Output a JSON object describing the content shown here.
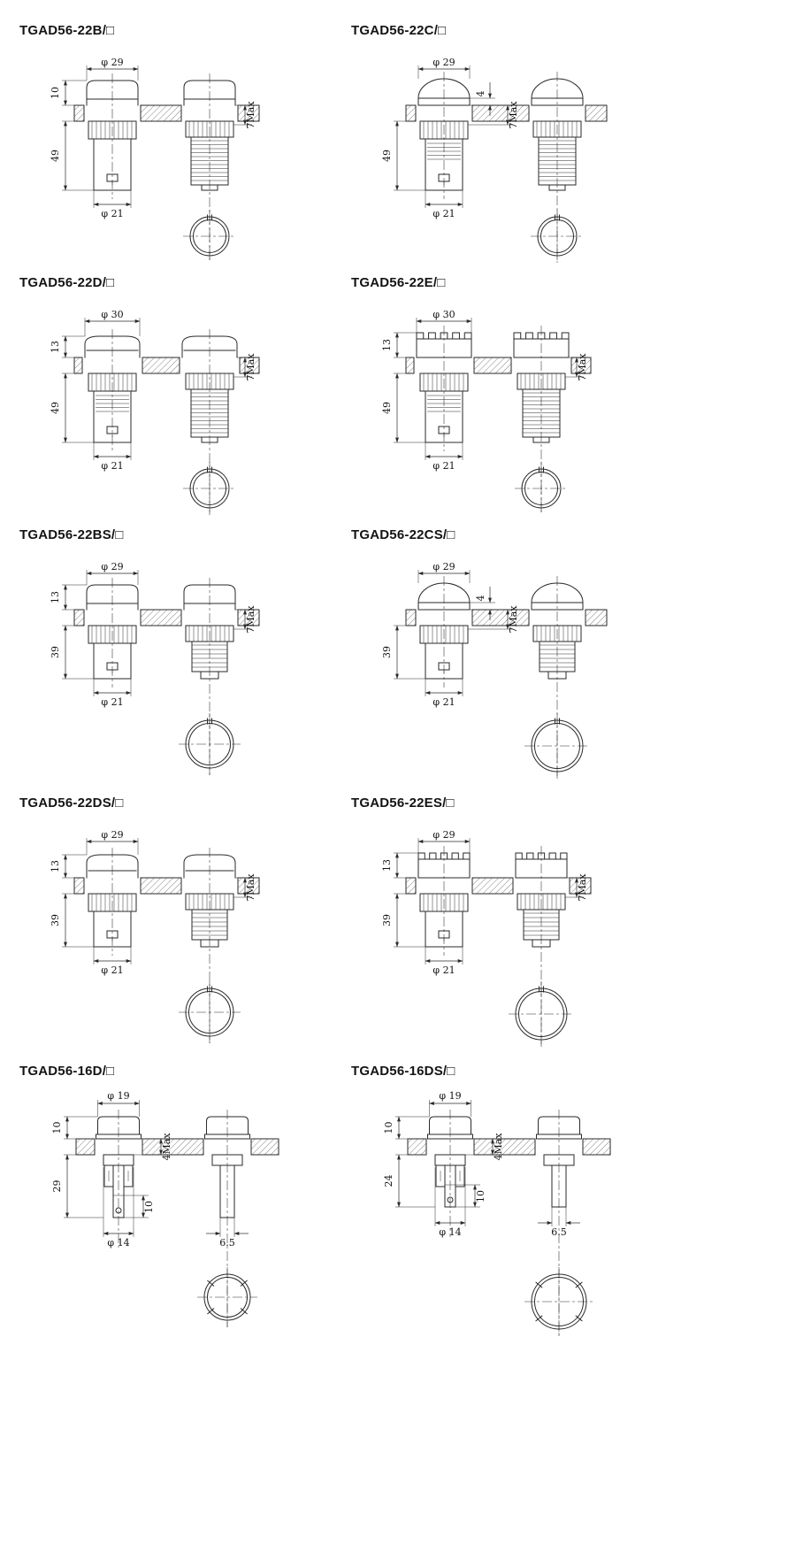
{
  "page": {
    "background": "#ffffff",
    "line_color": "#2a2a2a"
  },
  "panels": [
    {
      "title": "TGAD56-22B/□",
      "dims": {
        "top": "φ 29",
        "left_top": "10",
        "left_bottom": "49",
        "bottom": "φ 21",
        "right": "7Max"
      }
    },
    {
      "title": "TGAD56-22C/□",
      "dims": {
        "top": "φ 29",
        "left_bottom": "49",
        "bottom": "φ 21",
        "right": "7Max",
        "right2": "4"
      }
    },
    {
      "title": "TGAD56-22D/□",
      "dims": {
        "top": "φ 30",
        "left_top": "13",
        "left_bottom": "49",
        "bottom": "φ 21",
        "right": "7Max"
      }
    },
    {
      "title": "TGAD56-22E/□",
      "dims": {
        "top": "φ 30",
        "left_top": "13",
        "left_bottom": "49",
        "bottom": "φ 21",
        "right": "7Max"
      }
    },
    {
      "title": "TGAD56-22BS/□",
      "dims": {
        "top": "φ 29",
        "left_top": "13",
        "left_bottom": "39",
        "bottom": "φ 21",
        "right": "7Max"
      }
    },
    {
      "title": "TGAD56-22CS/□",
      "dims": {
        "top": "φ 29",
        "left_bottom": "39",
        "bottom": "φ 21",
        "right": "7Max",
        "right2": "4"
      }
    },
    {
      "title": "TGAD56-22DS/□",
      "dims": {
        "top": "φ 29",
        "left_top": "13",
        "left_bottom": "39",
        "bottom": "φ 21",
        "right": "7Max"
      }
    },
    {
      "title": "TGAD56-22ES/□",
      "dims": {
        "top": "φ 29",
        "left_top": "13",
        "left_bottom": "39",
        "bottom": "φ 21",
        "right": "7Max"
      }
    },
    {
      "title": "TGAD56-16D/□",
      "dims": {
        "top": "φ 19",
        "left_top": "10",
        "left_bottom": "29",
        "bottom": "φ 14",
        "right": "4Max",
        "stem": "10",
        "side_bottom": "6.5"
      }
    },
    {
      "title": "TGAD56-16DS/□",
      "dims": {
        "top": "φ 19",
        "left_top": "10",
        "left_bottom": "24",
        "bottom": "φ 14",
        "right": "4Max",
        "stem": "10",
        "side_bottom": "6.5"
      }
    }
  ]
}
